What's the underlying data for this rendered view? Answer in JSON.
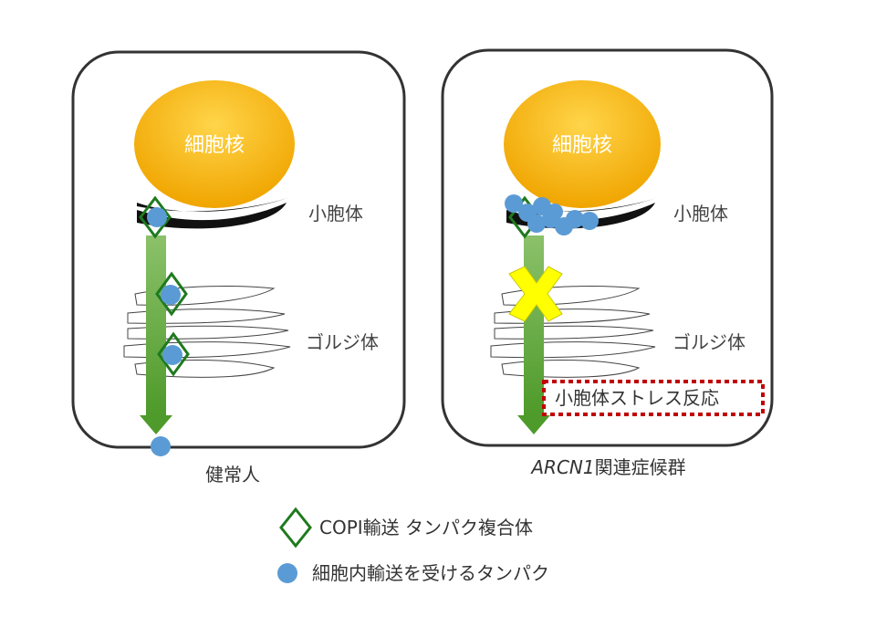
{
  "healthy": {
    "nucleus": "細胞核",
    "er": "小胞体",
    "golgi": "ゴルジ体",
    "caption": "健常人"
  },
  "syndrome": {
    "nucleus": "細胞核",
    "er": "小胞体",
    "golgi": "ゴルジ体",
    "stress": "小胞体ストレス反応",
    "caption_gene": "ARCN1",
    "caption_rest": "関連症候群"
  },
  "legend": {
    "copi": "COPI輸送 タンパク複合体",
    "cargo": "細胞内輸送を受けるタンパク"
  },
  "colors": {
    "nucleus_top": "#FFCC33",
    "nucleus_bottom": "#F0A800",
    "arrow": "#6BAA3C",
    "copi_stroke": "#1E7A1E",
    "cargo": "#5B9BD5",
    "block": "#FFFF00",
    "stress_border": "#C00000"
  }
}
